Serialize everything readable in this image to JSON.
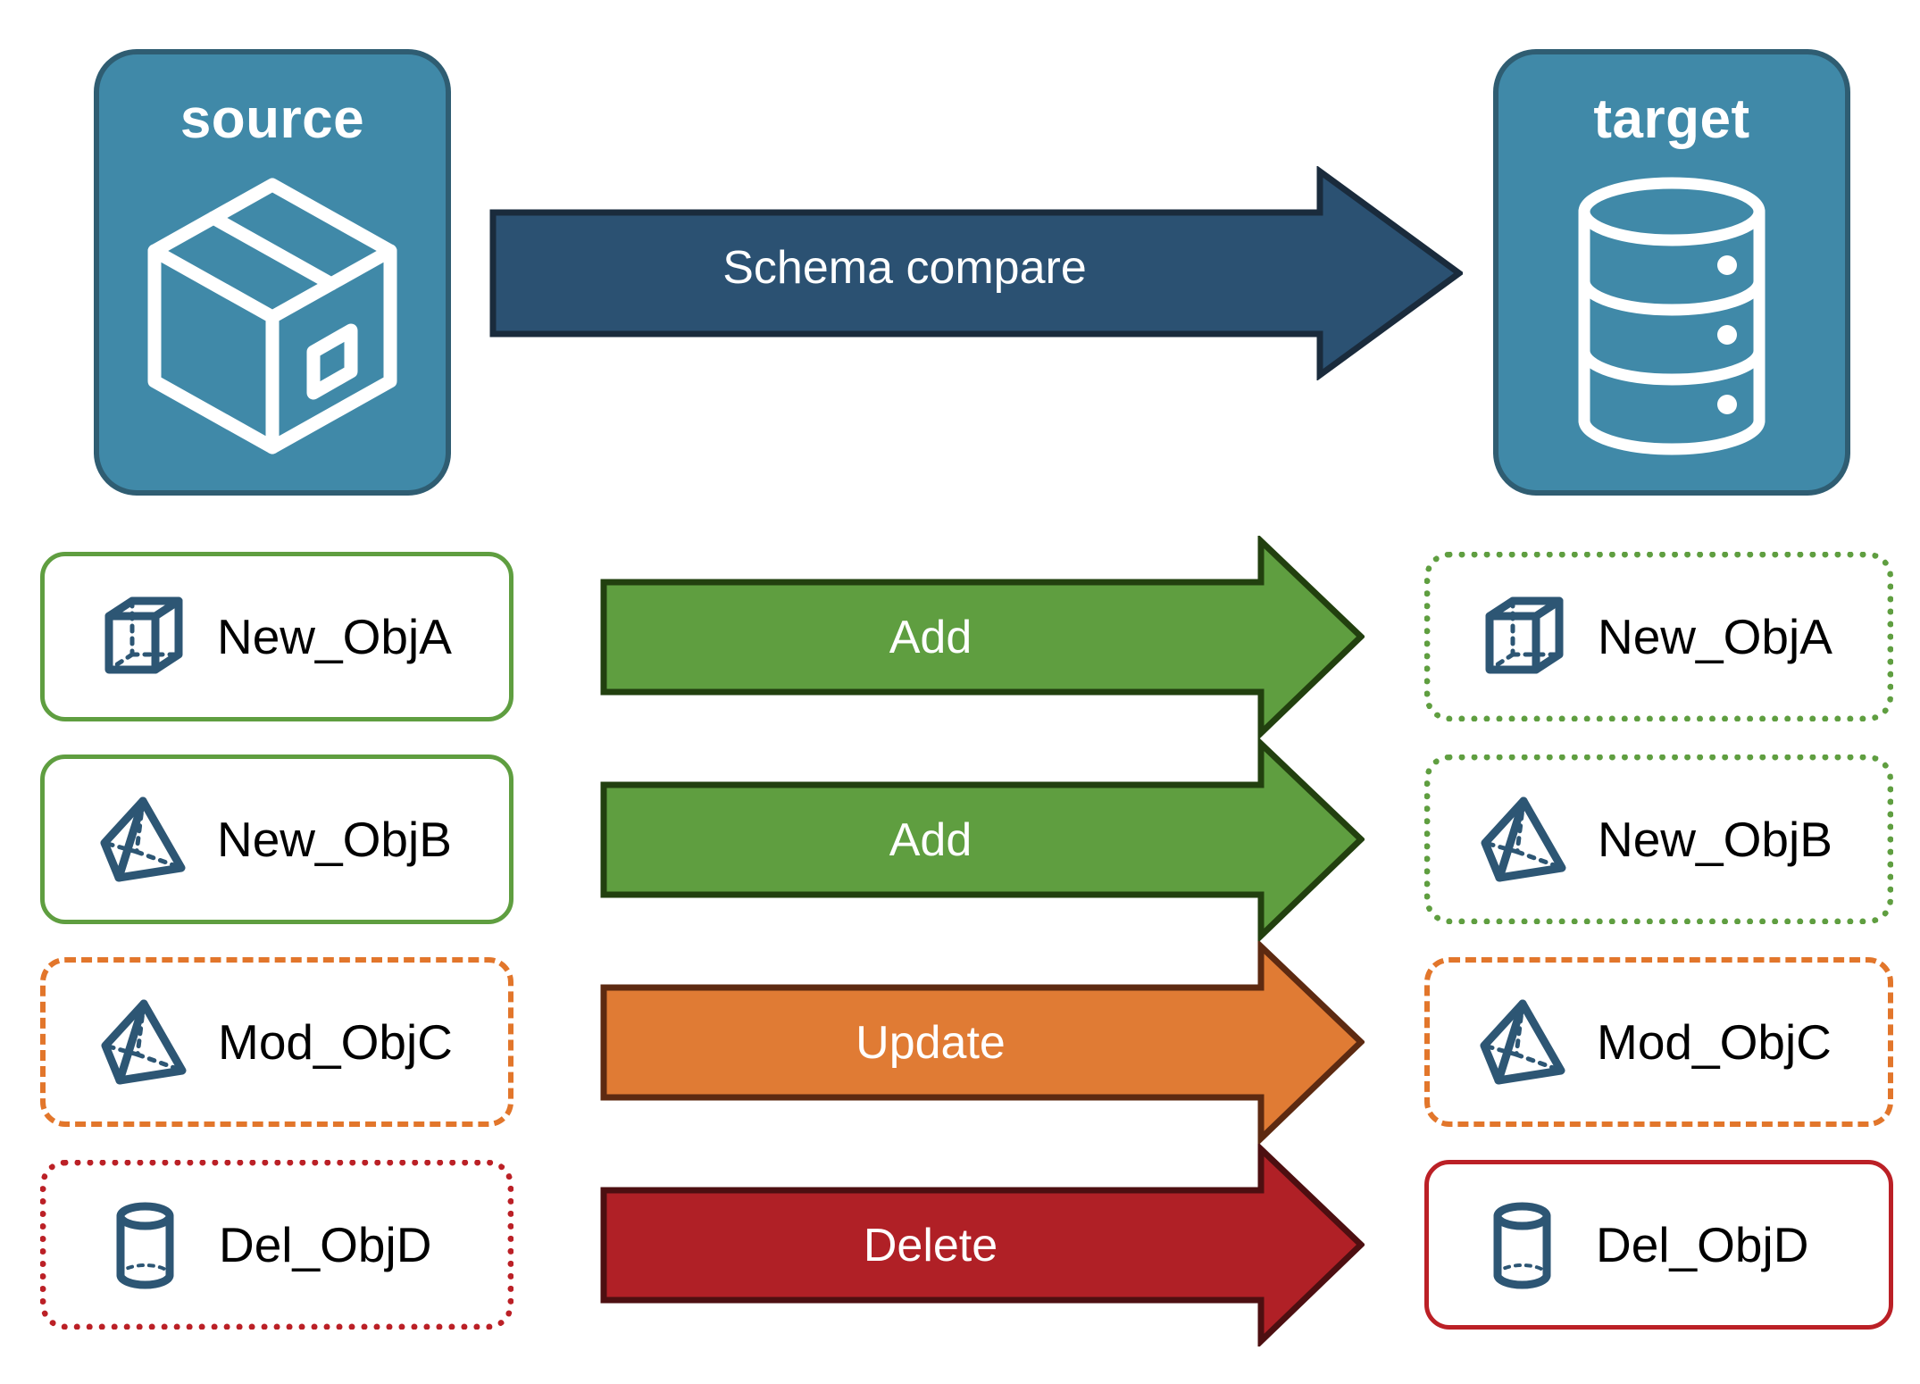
{
  "endpoints": {
    "source": {
      "title": "source",
      "icon": "package-box-icon"
    },
    "target": {
      "title": "target",
      "icon": "database-cylinder-icon"
    }
  },
  "compare_arrow": {
    "label": "Schema compare",
    "fill": "#2b5172",
    "stroke": "#1a2b3c"
  },
  "rows": [
    {
      "source": {
        "label": "New_ObjA",
        "icon": "cube-wireframe-icon",
        "border_style": "solid",
        "border_color": "#5f9e40"
      },
      "action": {
        "label": "Add",
        "fill": "#5f9e40",
        "stroke": "#22400f"
      },
      "target": {
        "label": "New_ObjA",
        "icon": "cube-wireframe-icon",
        "border_style": "dotted",
        "border_color": "#5f9e40"
      }
    },
    {
      "source": {
        "label": "New_ObjB",
        "icon": "pyramid-wireframe-icon",
        "border_style": "solid",
        "border_color": "#5f9e40"
      },
      "action": {
        "label": "Add",
        "fill": "#5f9e40",
        "stroke": "#22400f"
      },
      "target": {
        "label": "New_ObjB",
        "icon": "pyramid-wireframe-icon",
        "border_style": "dotted",
        "border_color": "#5f9e40"
      }
    },
    {
      "source": {
        "label": "Mod_ObjC",
        "icon": "pyramid-wireframe-icon",
        "border_style": "dashed",
        "border_color": "#e2762b"
      },
      "action": {
        "label": "Update",
        "fill": "#e07b34",
        "stroke": "#5d2a11"
      },
      "target": {
        "label": "Mod_ObjC",
        "icon": "pyramid-wireframe-icon",
        "border_style": "dashed",
        "border_color": "#e2762b"
      }
    },
    {
      "source": {
        "label": "Del_ObjD",
        "icon": "cylinder-wireframe-icon",
        "border_style": "dotted",
        "border_color": "#bb2026"
      },
      "action": {
        "label": "Delete",
        "fill": "#b02026",
        "stroke": "#4d0f11"
      },
      "target": {
        "label": "Del_ObjD",
        "icon": "cylinder-wireframe-icon",
        "border_style": "solid",
        "border_color": "#bb2026"
      }
    }
  ],
  "palette": {
    "endpoint_fill": "#4089a8",
    "endpoint_stroke": "#2f5d72",
    "icon_blue": "#2d5674",
    "green": "#5f9e40",
    "orange": "#e07b34",
    "red": "#b02026",
    "navy": "#2b5172"
  }
}
